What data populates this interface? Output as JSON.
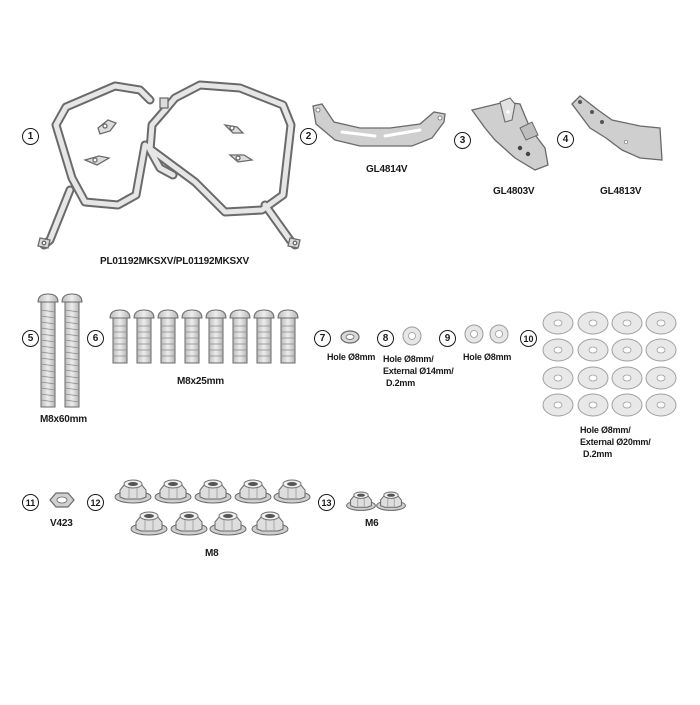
{
  "parts": [
    {
      "number": "1",
      "code": "PL01192MKSXV/PL01192MKSXV"
    },
    {
      "number": "2",
      "code": "GL4814V"
    },
    {
      "number": "3",
      "code": "GL4803V"
    },
    {
      "number": "4",
      "code": "GL4813V"
    },
    {
      "number": "5",
      "spec": "M8x60mm"
    },
    {
      "number": "6",
      "spec": "M8x25mm"
    },
    {
      "number": "7",
      "spec": "Hole Ø8mm"
    },
    {
      "number": "8",
      "spec_lines": [
        "Hole Ø8mm/",
        "External Ø14mm/",
        "D.2mm"
      ]
    },
    {
      "number": "9",
      "spec": "Hole Ø8mm"
    },
    {
      "number": "10",
      "spec_lines": [
        "Hole Ø8mm/",
        "External Ø20mm/",
        "D.2mm"
      ]
    },
    {
      "number": "11",
      "code": "V423"
    },
    {
      "number": "12",
      "spec": "M8"
    },
    {
      "number": "13",
      "spec": "M6"
    }
  ],
  "colors": {
    "part_fill": "#dcdcdc",
    "part_stroke": "#6a6a6a",
    "ink": "#1a1a1a"
  }
}
